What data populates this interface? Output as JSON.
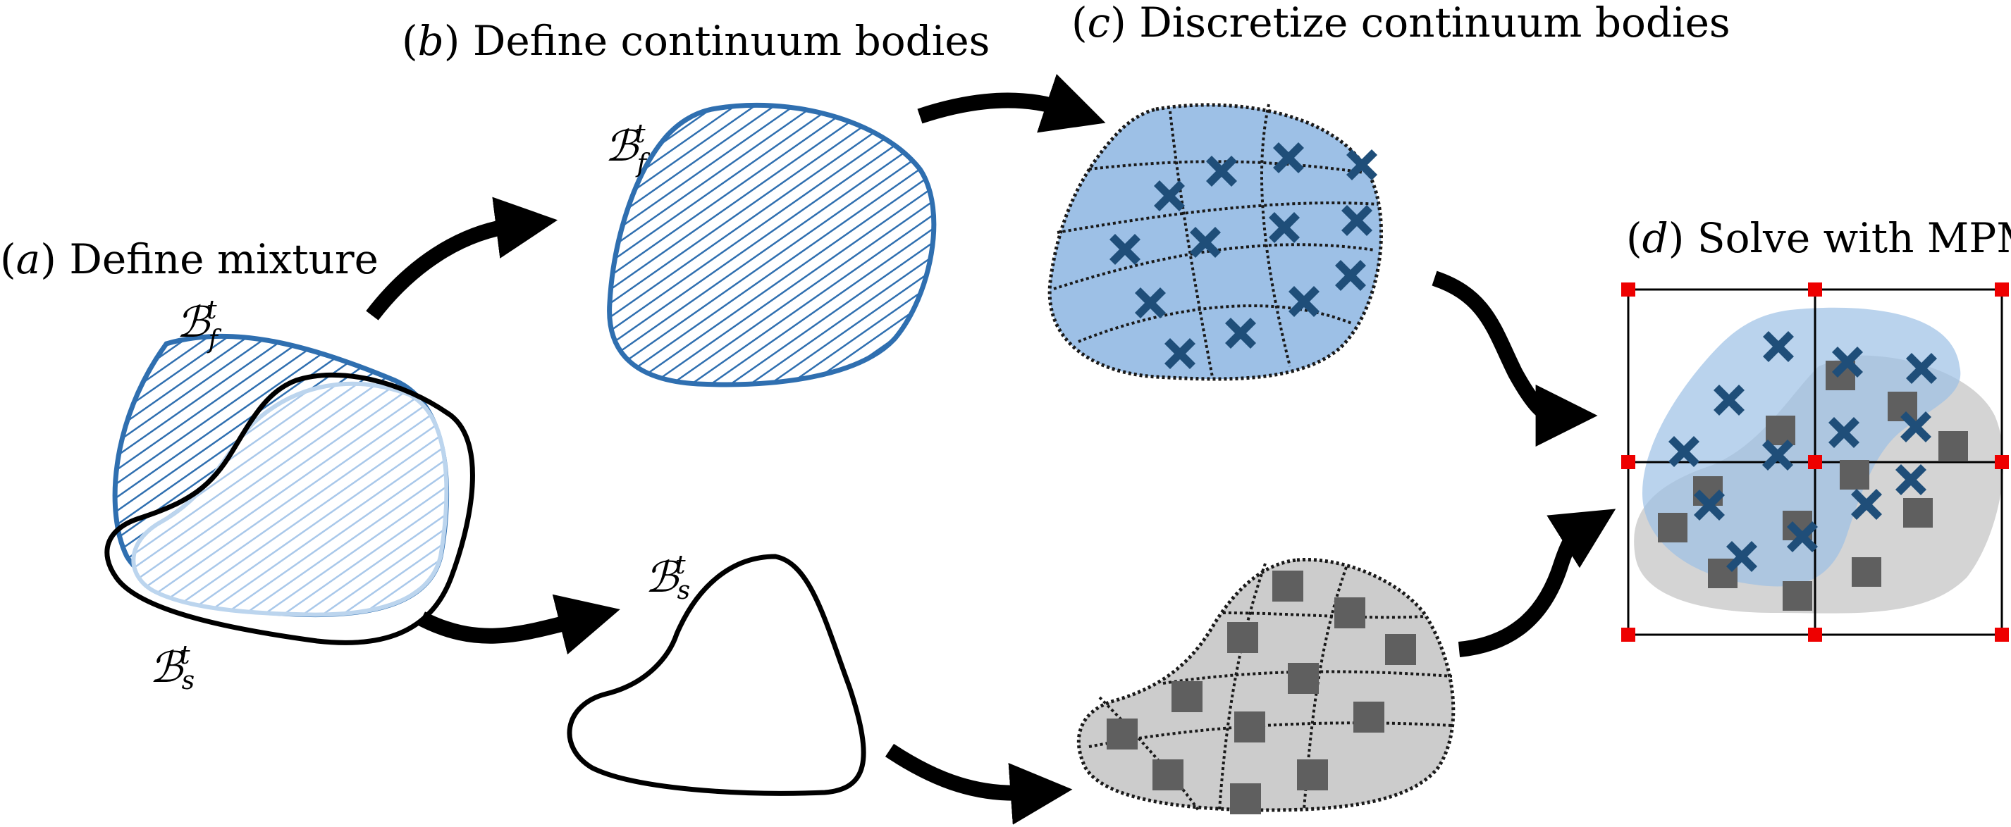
{
  "panels": {
    "a": {
      "letter": "a",
      "title": "Define mixture"
    },
    "b": {
      "letter": "b",
      "title": "Define continuum bodies"
    },
    "c": {
      "letter": "c",
      "title": "Discretize continuum bodies"
    },
    "d": {
      "letter": "d",
      "title": "Solve with MPM"
    }
  },
  "symbols": {
    "body": "ℬ",
    "time": "t",
    "fluid": "f",
    "solid": "s"
  },
  "colors": {
    "fluid_stroke": "#2f6fb0",
    "fluid_fill": "#9dc0e6",
    "fluid_light": "#bcd5ee",
    "fluid_marker": "#1f4e79",
    "solid_fill": "#cccccc",
    "solid_marker": "#5f5f5f",
    "grid_node": "#ee0000",
    "arrow": "#000000"
  },
  "markers": {
    "fluid_particle": "x-cross-icon",
    "solid_particle": "square-icon",
    "grid_node": "red-square-icon"
  }
}
